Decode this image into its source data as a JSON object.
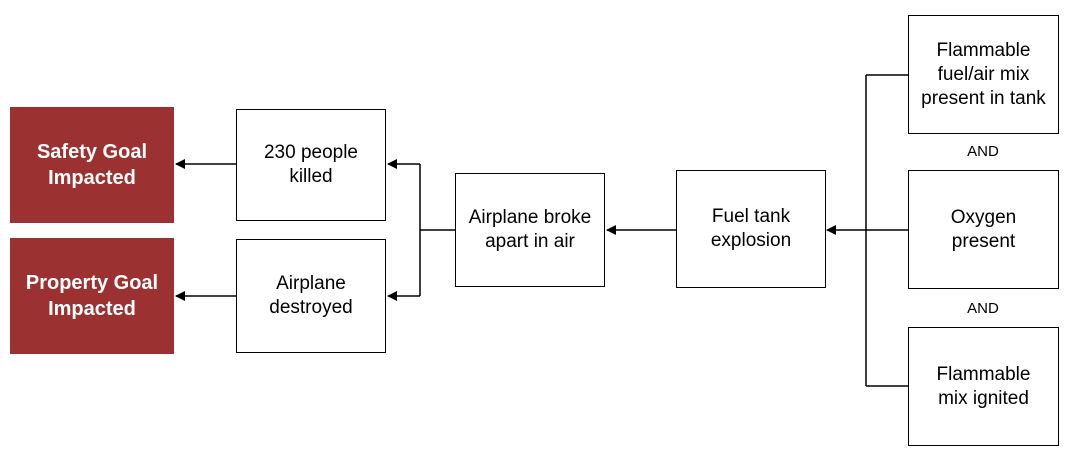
{
  "goals": {
    "safety": "Safety Goal\nImpacted",
    "property": "Property Goal\nImpacted"
  },
  "effects": {
    "killed": "230 people\nkilled",
    "destroyed": "Airplane\ndestroyed"
  },
  "event": "Airplane broke\napart in air",
  "explosion": "Fuel tank\nexplosion",
  "causes": {
    "fuel_air": "Flammable\nfuel/air mix\npresent in tank",
    "oxygen": "Oxygen\npresent",
    "ignited": "Flammable\nmix ignited"
  },
  "connectors": {
    "and_1": "AND",
    "and_2": "AND"
  },
  "colors": {
    "goal_fill": "#9b3131",
    "line": "#000000"
  }
}
